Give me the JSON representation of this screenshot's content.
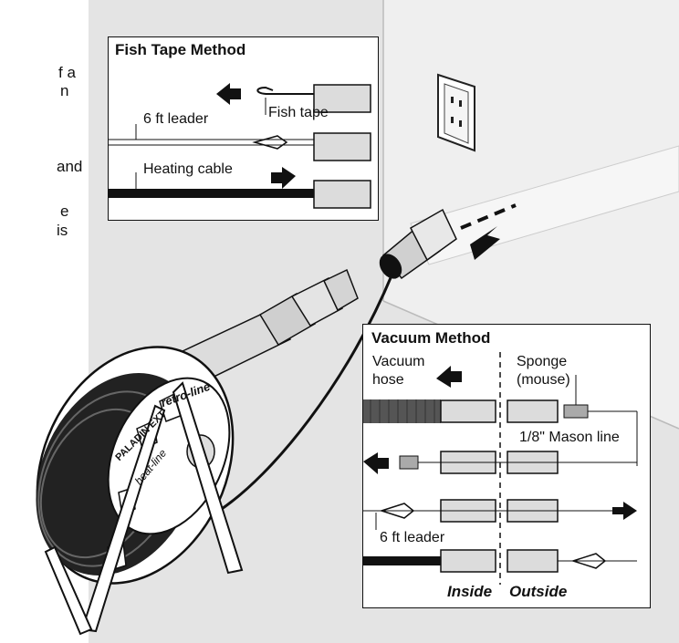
{
  "side_text": {
    "line1": "f a",
    "line2": "n",
    "line3": "and",
    "line4": "e",
    "line5": "is"
  },
  "reel": {
    "brand": "retro-line",
    "model": "PALADIN EXT",
    "logo": "heat-line"
  },
  "fish_tape_panel": {
    "title": "Fish Tape Method",
    "leader_label": "6 ft leader",
    "fish_tape_label": "Fish tape",
    "heating_cable_label": "Heating cable"
  },
  "vacuum_panel": {
    "title": "Vacuum Method",
    "vacuum_hose_label_1": "Vacuum",
    "vacuum_hose_label_2": "hose",
    "sponge_label_1": "Sponge",
    "sponge_label_2": "(mouse)",
    "mason_line_label": "1/8\" Mason line",
    "leader_label": "6 ft leader",
    "inside_label": "Inside",
    "outside_label": "Outside"
  },
  "colors": {
    "wall": "#e4e4e4",
    "ink": "#111111",
    "pipe": "#dcdcdc"
  }
}
